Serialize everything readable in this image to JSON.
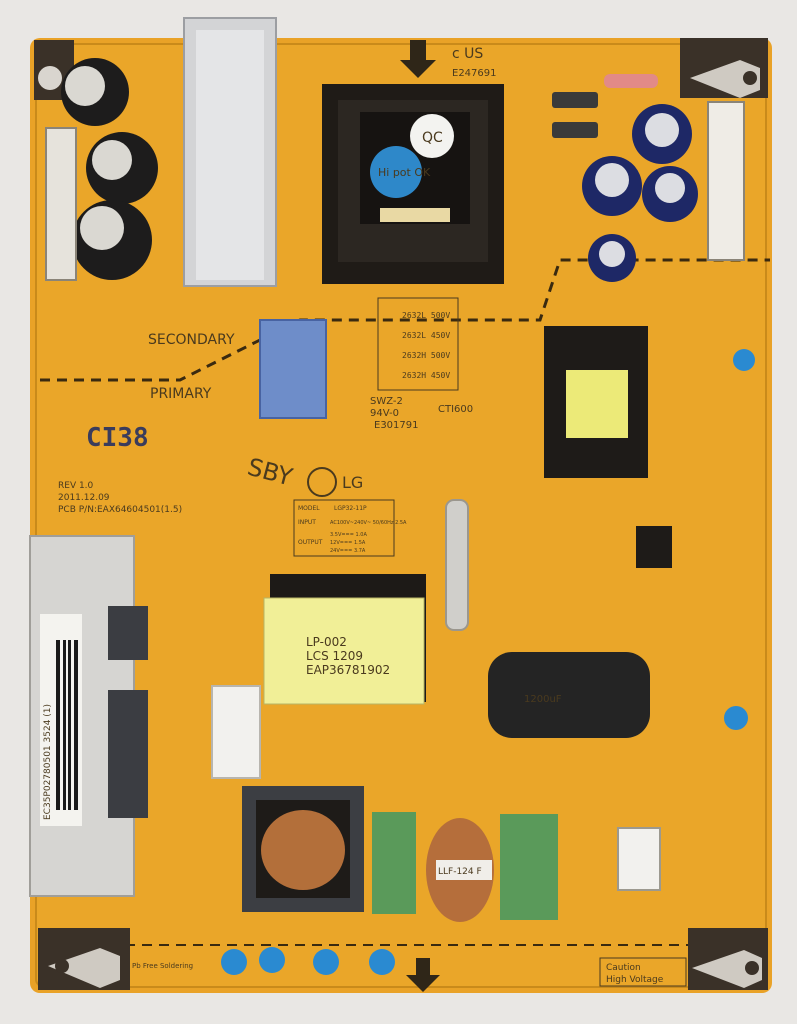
{
  "board": {
    "ul_mark": "c US",
    "ul_code": "E247691",
    "secondary": "SECONDARY",
    "primary": "PRIMARY",
    "handwritten_code": "CI38",
    "sby": "SBY",
    "rev": "REV 1.0",
    "date": "2011.12.09",
    "pcb_pn": "PCB P/N:EAX64604501(1.5)",
    "swz": "SWZ-2",
    "v0": "94V-0",
    "cti": "CTI600",
    "e_code": "E301791",
    "model_label": "MODEL",
    "model_value": "LGP32-11P",
    "input_label": "INPUT",
    "input_value": "AC100V~240V~ 50/60Hz 2.5A",
    "output_label": "OUTPUT",
    "output_lines": [
      "3.5V=== 1.0A",
      "12V=== 1.5A",
      "24V=== 3.7A"
    ],
    "transformer_lines": [
      "LP-002",
      "LCS 1209",
      "EAP36781902"
    ],
    "capacitor_label": "1200uF",
    "inductor_label": "LLF-124 F",
    "barcode_text": "EC35P02780501 3524 (1)",
    "caution_bottom": "Caution",
    "caution_bottom2": "High Voltage",
    "sticker_text": "Hi pot OK",
    "qc_text": "QC",
    "pb_free": "Pb Free Soldering",
    "voltage_table": [
      "2632L 500V",
      "2632L 450V",
      "2632H 500V",
      "2632H 450V"
    ]
  }
}
